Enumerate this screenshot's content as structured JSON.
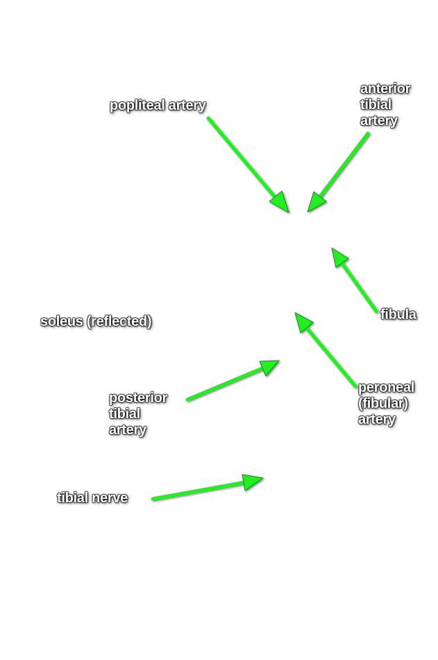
{
  "arrow_color": "#22ee22",
  "labels": {
    "popliteal_artery": "popliteal artery",
    "anterior_tibial_artery": [
      "anterior",
      "tibial",
      "artery"
    ],
    "fibula": "fibula",
    "soleus": "soleus (reflected)",
    "peroneal_artery": [
      "peroneal",
      "(fibular)",
      "artery"
    ],
    "posterior_tibial_artery": [
      "posterior",
      "tibial",
      "artery"
    ],
    "tibial_nerve": "tibial nerve"
  }
}
